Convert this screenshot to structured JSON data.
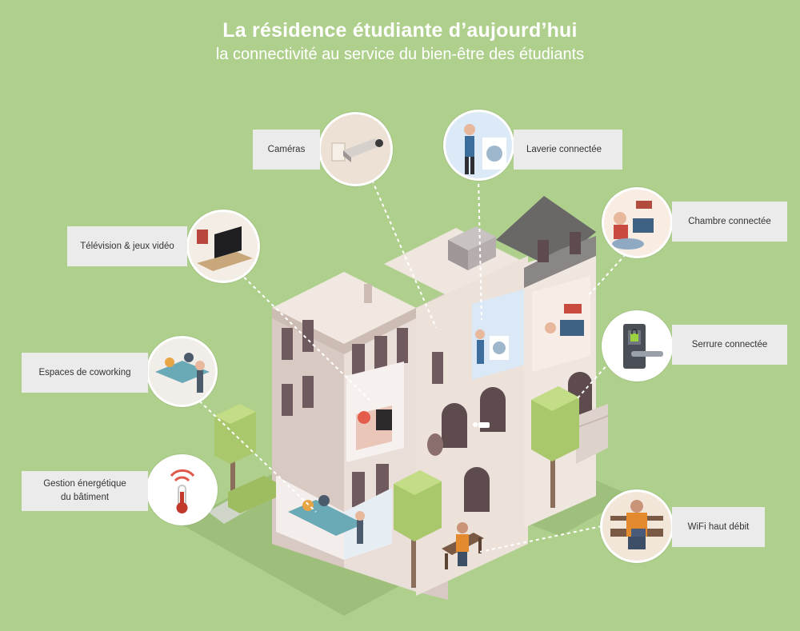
{
  "header": {
    "title": "La résidence étudiante d’aujourd’hui",
    "subtitle": "la connectivité au service du bien-être des étudiants"
  },
  "features": {
    "cameras": "Caméras",
    "laverie": "Laverie connectée",
    "television": "Télévision & jeux vidéo",
    "chambre": "Chambre connectée",
    "serrure": "Serrure connectée",
    "coworking": "Espaces de coworking",
    "energie_line1": "Gestion énergétique",
    "energie_line2": "du bâtiment",
    "wifi": "WiFi haut débit"
  },
  "colors": {
    "background": "#afd08c",
    "label_bg": "#ebebeb",
    "wall": "#e9ddd6",
    "wall_dark": "#7f6b6d",
    "tree": "#a9c76b"
  }
}
